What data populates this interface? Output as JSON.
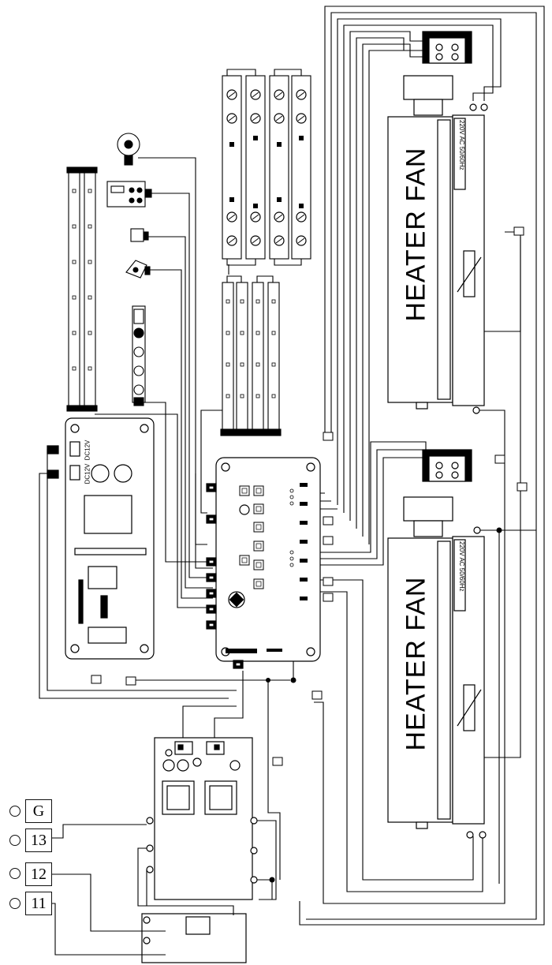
{
  "heaters": [
    {
      "label": "HEATER FAN",
      "spec": "220V AC 50/60Hz"
    },
    {
      "label": "HEATER FAN",
      "spec": "220V AC 50/60Hz"
    }
  ],
  "terminals": [
    {
      "label": "G"
    },
    {
      "label": "13"
    },
    {
      "label": "12"
    },
    {
      "label": "11"
    }
  ],
  "power_board": {
    "dc_label_1": "DC12V",
    "dc_label_2": "DC12V"
  }
}
